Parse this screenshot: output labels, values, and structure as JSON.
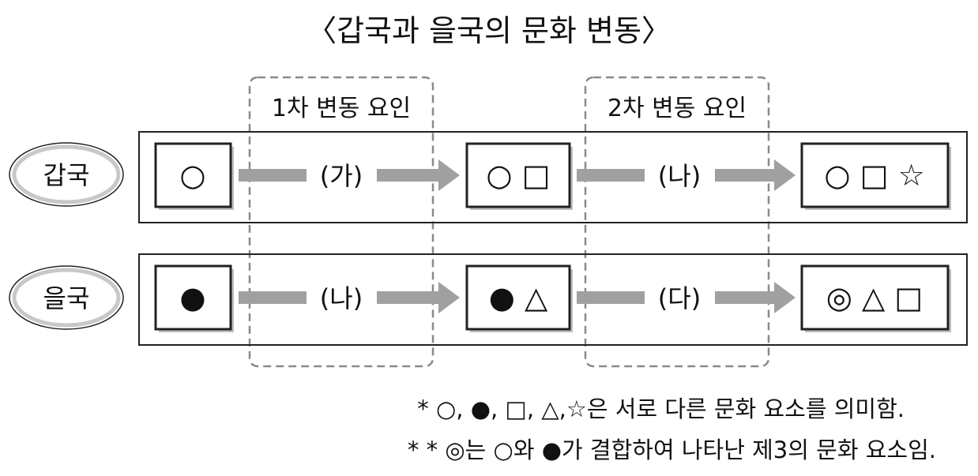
{
  "title": "〈갑국과 을국의 문화 변동〉",
  "factors": [
    "1차 변동 요인",
    "2차 변동 요인"
  ],
  "rows": [
    {
      "country": "갑국",
      "stages": [
        "○",
        "○ □",
        "○ □ ☆"
      ],
      "changes": [
        "(가)",
        "(나)"
      ]
    },
    {
      "country": "을국",
      "stages": [
        "●",
        "● △",
        "◎ △ □"
      ],
      "changes": [
        "(나)",
        "(다)"
      ]
    }
  ],
  "notes": [
    "* ○, ●, □, △,☆은 서로 다른 문화 요소를 의미함.",
    "* * ◎는 ○와 ●가 결합하여 나타난 제3의 문화 요소임."
  ],
  "colors": {
    "arrow": "#a0a0a0",
    "dashed": "#8a8a8a",
    "ellipse_ring": "#c8c8c8",
    "shadow": "#bdbdbd"
  }
}
